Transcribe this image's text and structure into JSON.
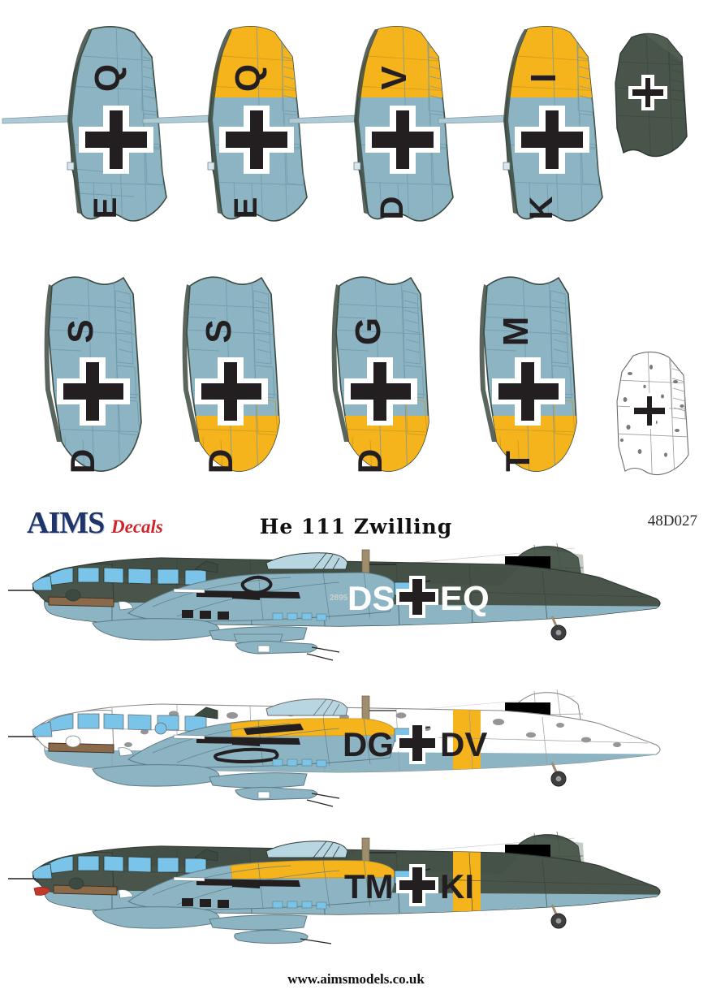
{
  "sheet": {
    "brand": "AIMS",
    "brand_suffix": "Decals",
    "title": "He 111 Zwilling",
    "product_code": "48D027",
    "website": "www.aimsmodels.co.uk",
    "colors": {
      "rlm65_light_blue": "#8cb4c3",
      "rlm71_dark_green": "#49554a",
      "rlm70_black_green": "#3d4a41",
      "yellow": "#f5b31c",
      "white": "#ffffff",
      "black": "#231f20",
      "logo_blue": "#1f3468",
      "logo_red": "#d0232b",
      "outline": "#3b4a40",
      "panel_line": "#6f98a8",
      "glass_blue": "#79c4e8"
    }
  },
  "tail_rows": [
    {
      "row": 1,
      "fins": [
        {
          "name": "fin-1",
          "top_letter": "Q",
          "bottom_letter": "E",
          "top_color": "#8cb4c3",
          "bottom_color": "#8cb4c3",
          "band": "none",
          "cross": "black-white-outline"
        },
        {
          "name": "fin-2",
          "top_letter": "Q",
          "bottom_letter": "E",
          "top_color": "#f5b31c",
          "bottom_color": "#8cb4c3",
          "band": "yellow-top",
          "cross": "black-white-outline"
        },
        {
          "name": "fin-3",
          "top_letter": "V",
          "bottom_letter": "D",
          "top_color": "#f5b31c",
          "bottom_color": "#8cb4c3",
          "band": "yellow-top",
          "cross": "black-white-outline"
        },
        {
          "name": "fin-4",
          "top_letter": "I",
          "bottom_letter": "K",
          "top_color": "#f5b31c",
          "bottom_color": "#8cb4c3",
          "band": "yellow-top",
          "cross": "black-white-outline"
        },
        {
          "name": "rudder-dark-green",
          "top_letter": "",
          "bottom_letter": "",
          "top_color": "#49554a",
          "bottom_color": "#49554a",
          "band": "none",
          "cross": "black-white-outline-small"
        }
      ]
    },
    {
      "row": 2,
      "fins": [
        {
          "name": "fin-5",
          "top_letter": "S",
          "bottom_letter": "D",
          "top_color": "#8cb4c3",
          "bottom_color": "#8cb4c3",
          "band": "none",
          "cross": "black-white-outline"
        },
        {
          "name": "fin-6",
          "top_letter": "S",
          "bottom_letter": "D",
          "top_color": "#8cb4c3",
          "bottom_color": "#f5b31c",
          "band": "yellow-bottom",
          "cross": "black-white-outline"
        },
        {
          "name": "fin-7",
          "top_letter": "G",
          "bottom_letter": "D",
          "top_color": "#8cb4c3",
          "bottom_color": "#f5b31c",
          "band": "yellow-bottom",
          "cross": "black-white-outline"
        },
        {
          "name": "fin-8",
          "top_letter": "M",
          "bottom_letter": "T",
          "top_color": "#8cb4c3",
          "bottom_color": "#f5b31c",
          "band": "yellow-bottom",
          "cross": "black-white-outline"
        },
        {
          "name": "rudder-winter-white",
          "top_letter": "",
          "bottom_letter": "",
          "top_color": "#ffffff",
          "bottom_color": "#ffffff",
          "band": "none",
          "cross": "black-white-outline-small"
        }
      ]
    }
  ],
  "profiles": [
    {
      "name": "profile-ds-eq",
      "code_left": "DS",
      "code_right": "EQ",
      "werknummer": "2895",
      "code_color": "#ffffff",
      "upper_color": "#49554a",
      "lower_color": "#8cb4c3",
      "fuselage_band": "none",
      "band_color": "",
      "wing_band": "none",
      "tail_censor": "black-square"
    },
    {
      "name": "profile-dg-dv",
      "code_left": "DG",
      "code_right": "DV",
      "werknummer": "",
      "code_color": "#231f20",
      "upper_color": "#ffffff",
      "lower_color": "#8cb4c3",
      "fuselage_band": "yellow",
      "band_color": "#f5b31c",
      "wing_band": "yellow",
      "tail_censor": "black-square"
    },
    {
      "name": "profile-tm-ki",
      "code_left": "TM",
      "code_right": "KI",
      "werknummer": "",
      "code_color": "#231f20",
      "upper_color": "#49554a",
      "lower_color": "#8cb4c3",
      "fuselage_band": "yellow",
      "band_color": "#f5b31c",
      "wing_band": "yellow",
      "tail_censor": "black-square"
    }
  ]
}
